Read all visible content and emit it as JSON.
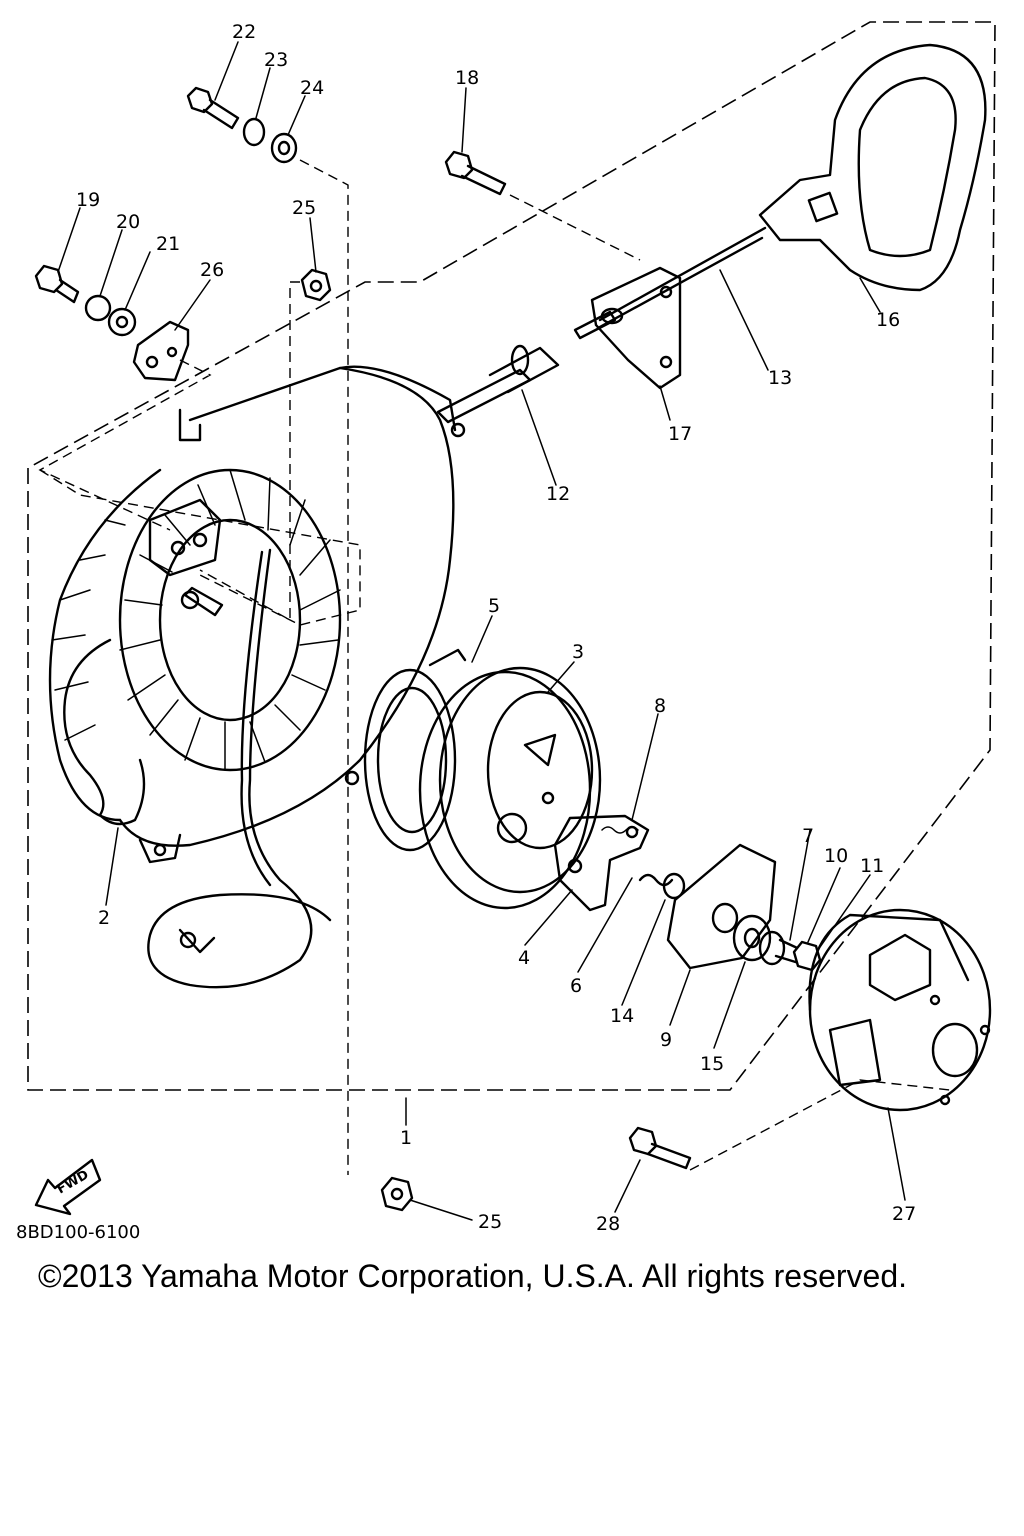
{
  "diagram": {
    "code": "8BD100-6100",
    "copyright": "©2013 Yamaha Motor Corporation, U.S.A. All rights reserved.",
    "fwd_label": "FWD",
    "parts": {
      "p1": "1",
      "p2": "2",
      "p3": "3",
      "p4": "4",
      "p5": "5",
      "p6": "6",
      "p7": "7",
      "p8": "8",
      "p9": "9",
      "p10": "10",
      "p11": "11",
      "p12": "12",
      "p13": "13",
      "p14": "14",
      "p15": "15",
      "p16": "16",
      "p17": "17",
      "p18": "18",
      "p19": "19",
      "p20": "20",
      "p21": "21",
      "p22": "22",
      "p23": "23",
      "p24": "24",
      "p25a": "25",
      "p25b": "25",
      "p26": "26",
      "p27": "27",
      "p28": "28"
    }
  }
}
